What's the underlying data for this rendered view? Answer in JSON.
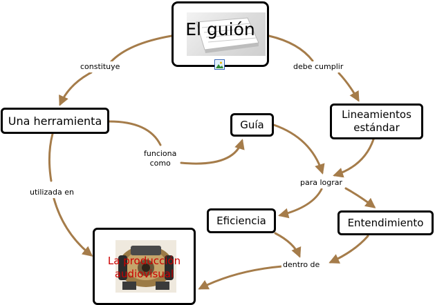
{
  "diagram": {
    "link_color": "#a57c4a",
    "label_color": "#cc0000",
    "nodes": {
      "guion": {
        "label": "El guión",
        "icon": "image-resource-icon"
      },
      "herramienta": {
        "label": "Una herramienta"
      },
      "guia": {
        "label": "Guía"
      },
      "lineamientos": {
        "label": "Lineamientos\nestándar"
      },
      "eficiencia": {
        "label": "Eficiencia"
      },
      "entendimiento": {
        "label": "Entendimiento"
      },
      "produccion": {
        "label": "La producción\naudiovisual",
        "icon": "camera-photo-icon"
      }
    },
    "phrases": {
      "constituye": "constituye",
      "debe_cumplir": "debe cumplir",
      "funciona_como": "funciona\ncomo",
      "utilizada_en": "utilizada en",
      "para_lograr": "para lograr",
      "dentro_de": "dentro de"
    }
  }
}
